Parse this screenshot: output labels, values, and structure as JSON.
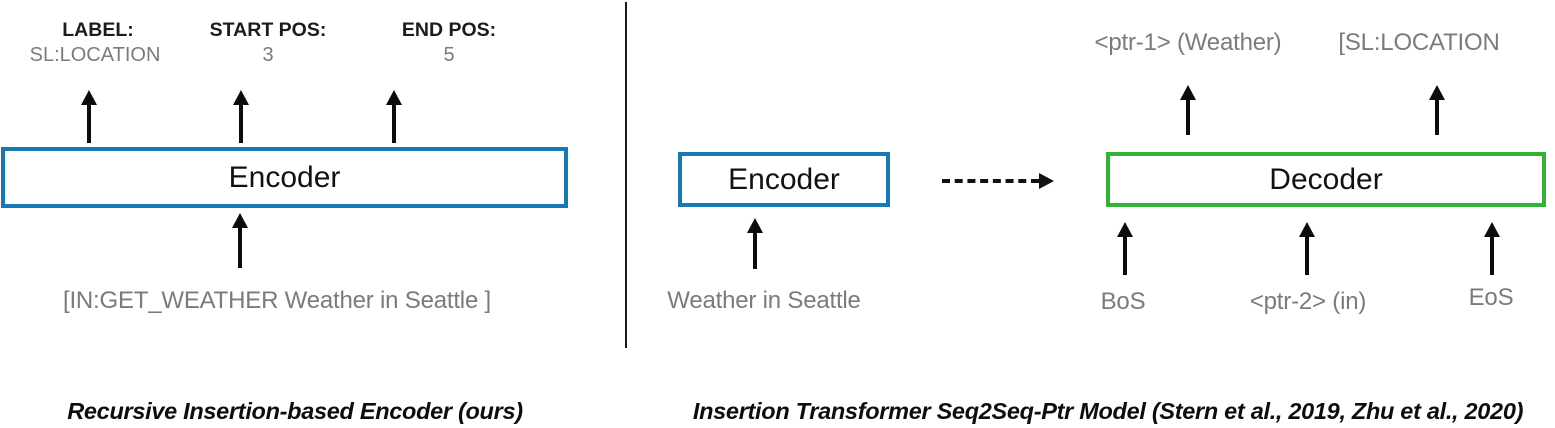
{
  "figure": {
    "left": {
      "outputs": [
        {
          "label": "LABEL:",
          "value": "SL:LOCATION"
        },
        {
          "label": "START POS:",
          "value": "3"
        },
        {
          "label": "END POS:",
          "value": "5"
        }
      ],
      "encoder_label": "Encoder",
      "input_text": "[IN:GET_WEATHER Weather in Seattle ]",
      "caption": "Recursive Insertion-based Encoder (ours)"
    },
    "right": {
      "encoder_label": "Encoder",
      "decoder_label": "Decoder",
      "encoder_input": "Weather in Seattle",
      "decoder_outputs": [
        {
          "text": "<ptr-1> (Weather)"
        },
        {
          "text": "[SL:LOCATION"
        }
      ],
      "decoder_inputs": [
        {
          "text": "BoS"
        },
        {
          "text": "<ptr-2> (in)"
        },
        {
          "text": "EoS"
        }
      ],
      "caption": "Insertion Transformer Seq2Seq-Ptr Model (Stern et al., 2019, Zhu et al., 2020)"
    },
    "colors": {
      "encoder_border": "#1778b5",
      "decoder_border": "#33b333",
      "muted_text": "#7b7b7b",
      "arrow": "#111111"
    }
  }
}
